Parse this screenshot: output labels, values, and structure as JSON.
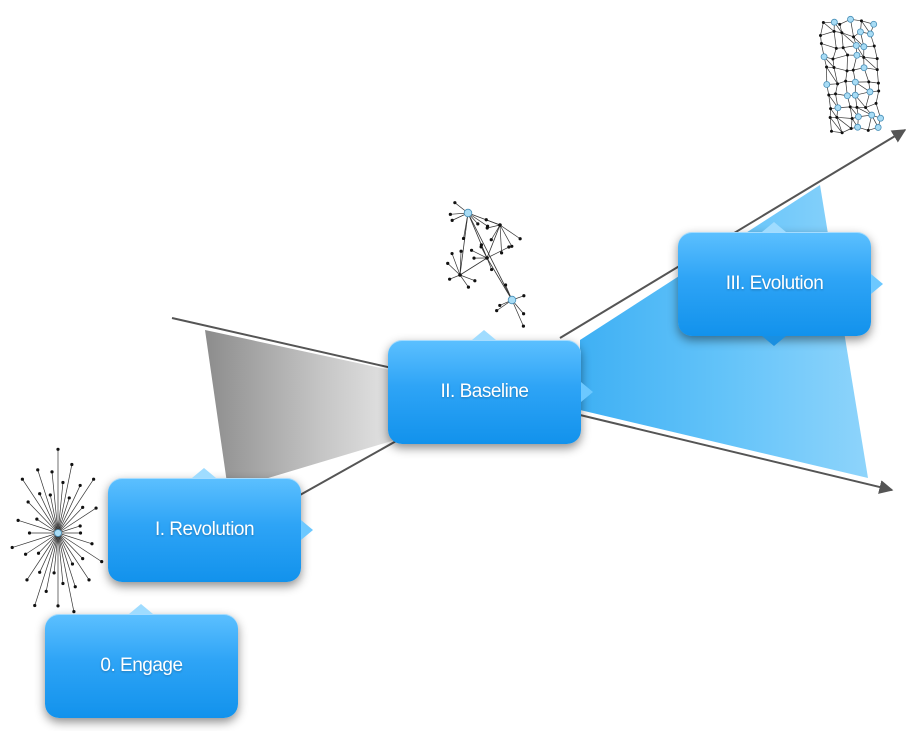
{
  "stages": [
    {
      "id": "engage",
      "label": "0. Engage"
    },
    {
      "id": "revolution",
      "label": "I. Revolution"
    },
    {
      "id": "baseline",
      "label": "II. Baseline"
    },
    {
      "id": "evolution",
      "label": "III. Evolution"
    }
  ],
  "colors": {
    "box": "#2ea4f6",
    "funnel_gray": "#a9a9a9",
    "funnel_blue": "#63c3f9",
    "axis_line": "#555555",
    "node": "#a8dcf5"
  },
  "icons": [
    "star-network-icon",
    "hub-network-icon",
    "mesh-network-icon"
  ]
}
